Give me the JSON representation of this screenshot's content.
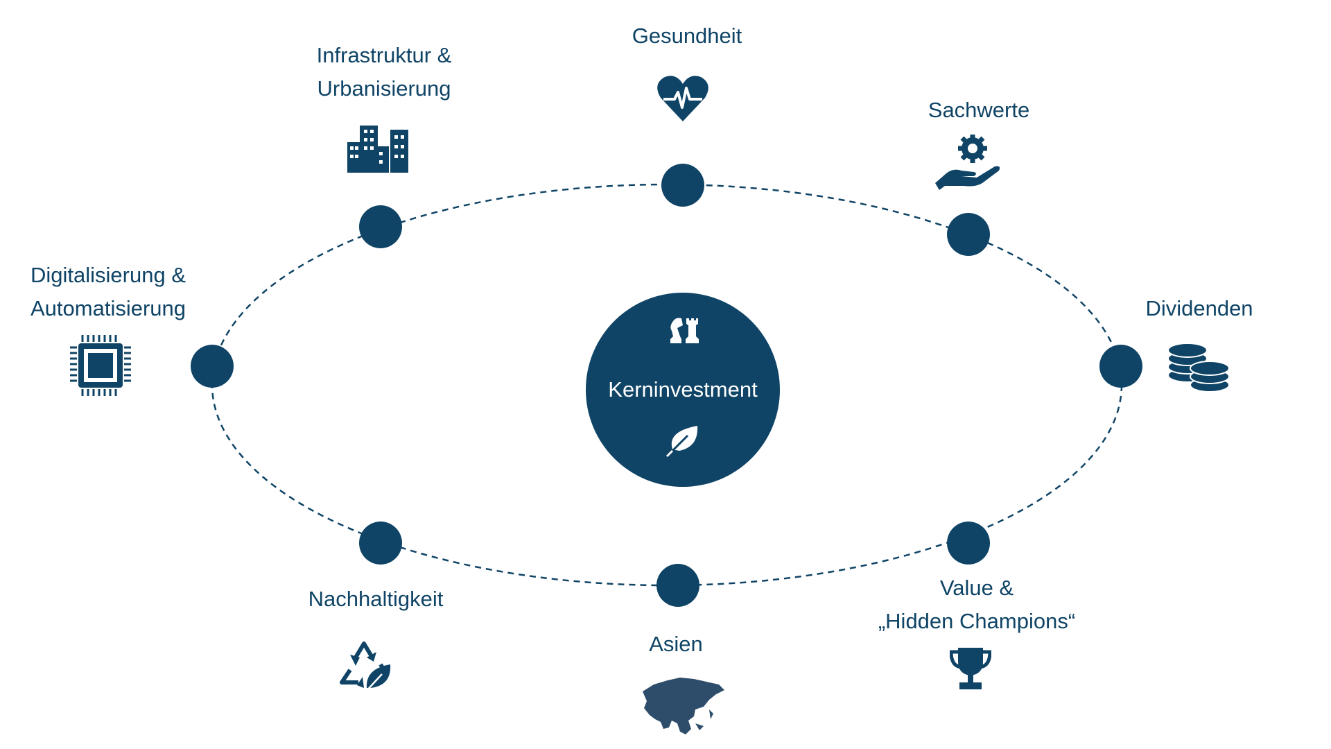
{
  "center": {
    "label": "Kerninvestment",
    "icons": [
      "chess-icon",
      "leaf-icon"
    ]
  },
  "themes": [
    {
      "id": "gesundheit",
      "lines": [
        "Gesundheit"
      ],
      "icon": "heart-pulse-icon"
    },
    {
      "id": "infrastruktur",
      "lines": [
        "Infrastruktur &",
        "Urbanisierung"
      ],
      "icon": "buildings-icon"
    },
    {
      "id": "sachwerte",
      "lines": [
        "Sachwerte"
      ],
      "icon": "hand-gear-icon"
    },
    {
      "id": "digitalisierung",
      "lines": [
        "Digitalisierung &",
        "Automatisierung"
      ],
      "icon": "chip-icon"
    },
    {
      "id": "dividenden",
      "lines": [
        "Dividenden"
      ],
      "icon": "coins-icon"
    },
    {
      "id": "nachhaltigkeit",
      "lines": [
        "Nachhaltigkeit"
      ],
      "icon": "recycle-leaf-icon"
    },
    {
      "id": "asien",
      "lines": [
        "Asien"
      ],
      "icon": "asia-map-icon"
    },
    {
      "id": "value",
      "lines": [
        "Value &",
        "„Hidden Champions“"
      ],
      "icon": "trophy-icon"
    }
  ],
  "colors": {
    "primary": "#0f4466",
    "background": "#ffffff"
  }
}
